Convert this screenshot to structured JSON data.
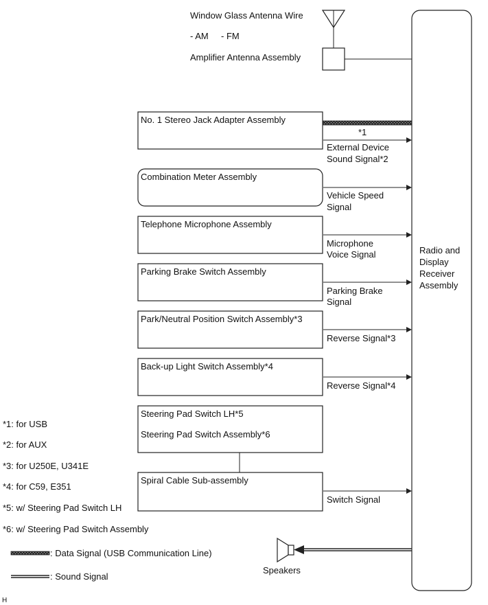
{
  "antenna": {
    "glass_wire_label": "Window Glass Antenna Wire",
    "band_am": "- AM",
    "band_fm": "- FM",
    "amplifier_label": "Amplifier Antenna Assembly"
  },
  "receiver": {
    "line1": "Radio and",
    "line2": "Display",
    "line3": "Receiver",
    "line4": "Assembly"
  },
  "components": [
    {
      "label": "No. 1 Stereo Jack Adapter Assembly",
      "label2": ""
    },
    {
      "label": "Combination Meter Assembly",
      "label2": ""
    },
    {
      "label": "Telephone Microphone Assembly",
      "label2": ""
    },
    {
      "label": "Parking Brake Switch Assembly",
      "label2": ""
    },
    {
      "label": "Park/Neutral Position Switch Assembly*3",
      "label2": ""
    },
    {
      "label": "Back-up Light Switch Assembly*4",
      "label2": ""
    },
    {
      "label": "Steering Pad Switch LH*5",
      "label2": "Steering Pad Switch Assembly*6"
    },
    {
      "label": "Spiral Cable Sub-assembly",
      "label2": ""
    }
  ],
  "signals": [
    {
      "line1": "*1",
      "line2": "",
      "line3": ""
    },
    {
      "line1": "External Device",
      "line2": "Sound Signal*2",
      "line3": ""
    },
    {
      "line1": "Vehicle Speed",
      "line2": "Signal",
      "line3": ""
    },
    {
      "line1": "Microphone",
      "line2": "Voice Signal",
      "line3": ""
    },
    {
      "line1": "Parking Brake",
      "line2": "Signal",
      "line3": ""
    },
    {
      "line1": "Reverse Signal*3",
      "line2": "",
      "line3": ""
    },
    {
      "line1": "Reverse Signal*4",
      "line2": "",
      "line3": ""
    },
    {
      "line1": "Switch Signal",
      "line2": "",
      "line3": ""
    }
  ],
  "speakers_label": "Speakers",
  "notes": [
    "*1: for USB",
    "*2: for AUX",
    "*3: for U250E, U341E",
    "*4: for C59, E351",
    "*5: w/ Steering Pad Switch LH",
    "*6: w/ Steering Pad Switch Assembly"
  ],
  "legend": {
    "data_signal": ": Data Signal (USB Communication Line)",
    "sound_signal": ": Sound Signal"
  },
  "corner_mark": "H"
}
